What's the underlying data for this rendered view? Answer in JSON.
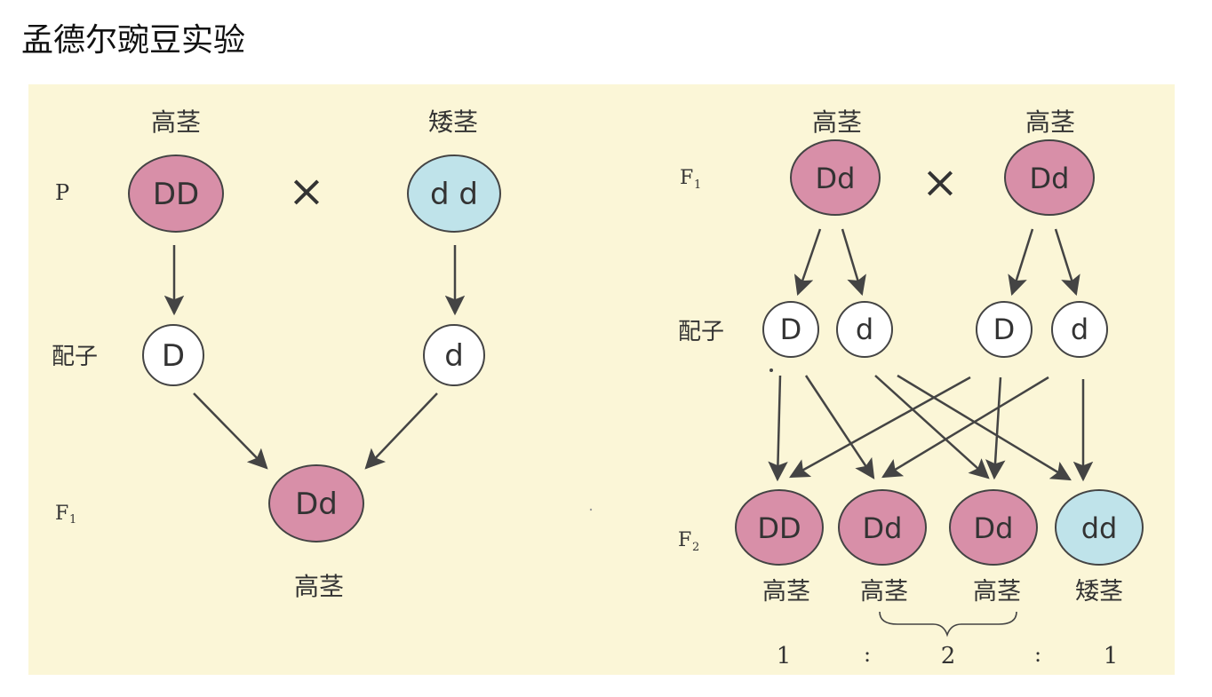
{
  "title": "孟德尔豌豆实验",
  "left": {
    "parent1_label": "高茎",
    "parent2_label": "矮茎",
    "row_p": "P",
    "row_gamete": "配子",
    "row_f1": "F",
    "row_f1_sub": "1",
    "parent1": "DD",
    "parent2": "d d",
    "cross": "×",
    "gamete1": "D",
    "gamete2": "d",
    "offspring": "Dd",
    "offspring_label": "高茎"
  },
  "right": {
    "parent1_label": "高茎",
    "parent2_label": "高茎",
    "row_f1": "F",
    "row_f1_sub": "1",
    "row_gamete": "配子",
    "row_f2": "F",
    "row_f2_sub": "2",
    "parent1": "Dd",
    "parent2": "Dd",
    "cross": "×",
    "gametes": [
      "D",
      "d",
      "D",
      "d"
    ],
    "offspring": [
      "DD",
      "Dd",
      "Dd",
      "dd"
    ],
    "offspring_labels": [
      "高茎",
      "高茎",
      "高茎",
      "矮茎"
    ],
    "ratio": [
      "1",
      ":",
      "2",
      ":",
      "1"
    ]
  },
  "colors": {
    "dominant_fill": "#d88fa8",
    "recessive_fill": "#bfe3ea",
    "gamete_fill": "#ffffff",
    "background": "#fbf6d7",
    "stroke": "#444444"
  }
}
